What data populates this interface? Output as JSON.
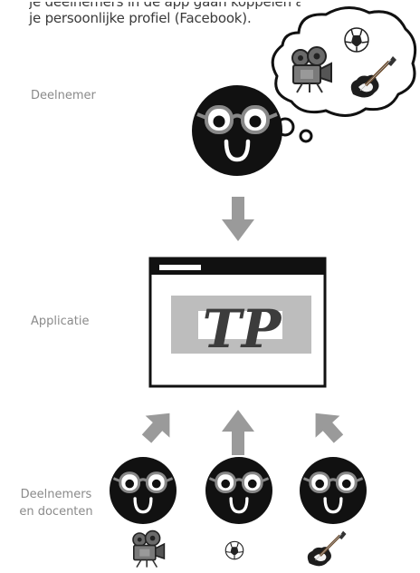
{
  "intro": {
    "line1": "je deelnemers in de app gaan koppelen aan",
    "line2": "je persoonlijke profiel (Facebook)."
  },
  "labels": {
    "participant": "Deelnemer",
    "application": "Applicatie",
    "participants_teachers": "Deelnemers en docenten"
  },
  "app": {
    "logo_text": "TP"
  },
  "icons": {
    "thought": [
      "film-camera-icon",
      "soccer-ball-icon",
      "electric-guitar-icon"
    ],
    "bottom": [
      "film-camera-icon",
      "soccer-ball-icon",
      "electric-guitar-icon"
    ]
  },
  "colors": {
    "arrow": "#9a9a9a",
    "face": "#111111",
    "app_band": "#bdbdbd",
    "logo": "#3c3c3c",
    "label": "#8a8a8a"
  }
}
